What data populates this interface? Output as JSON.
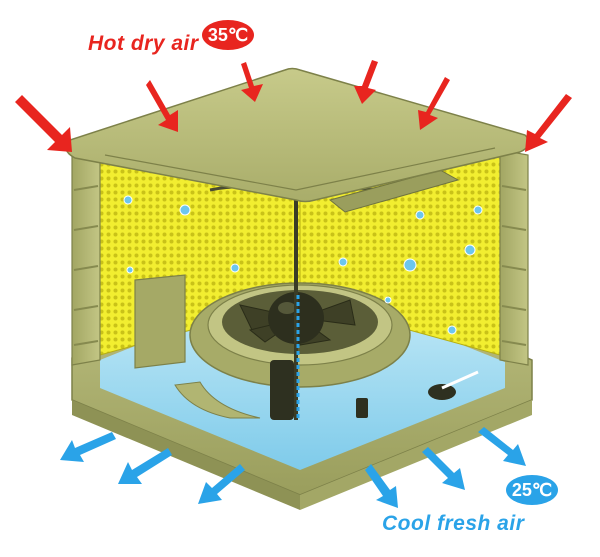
{
  "labels": {
    "hot_air": "Hot dry air",
    "hot_temp": "35℃",
    "cool_air": "Cool fresh air",
    "cool_temp": "25℃"
  },
  "colors": {
    "hot": "#e8251f",
    "cool": "#2aa3e8",
    "housing": "#b9bd7a",
    "housing_dark": "#8f935a",
    "pad": "#f2ee30",
    "water": "#a8dff2"
  },
  "icons": [
    "hot-air-arrow",
    "cool-air-arrow"
  ]
}
